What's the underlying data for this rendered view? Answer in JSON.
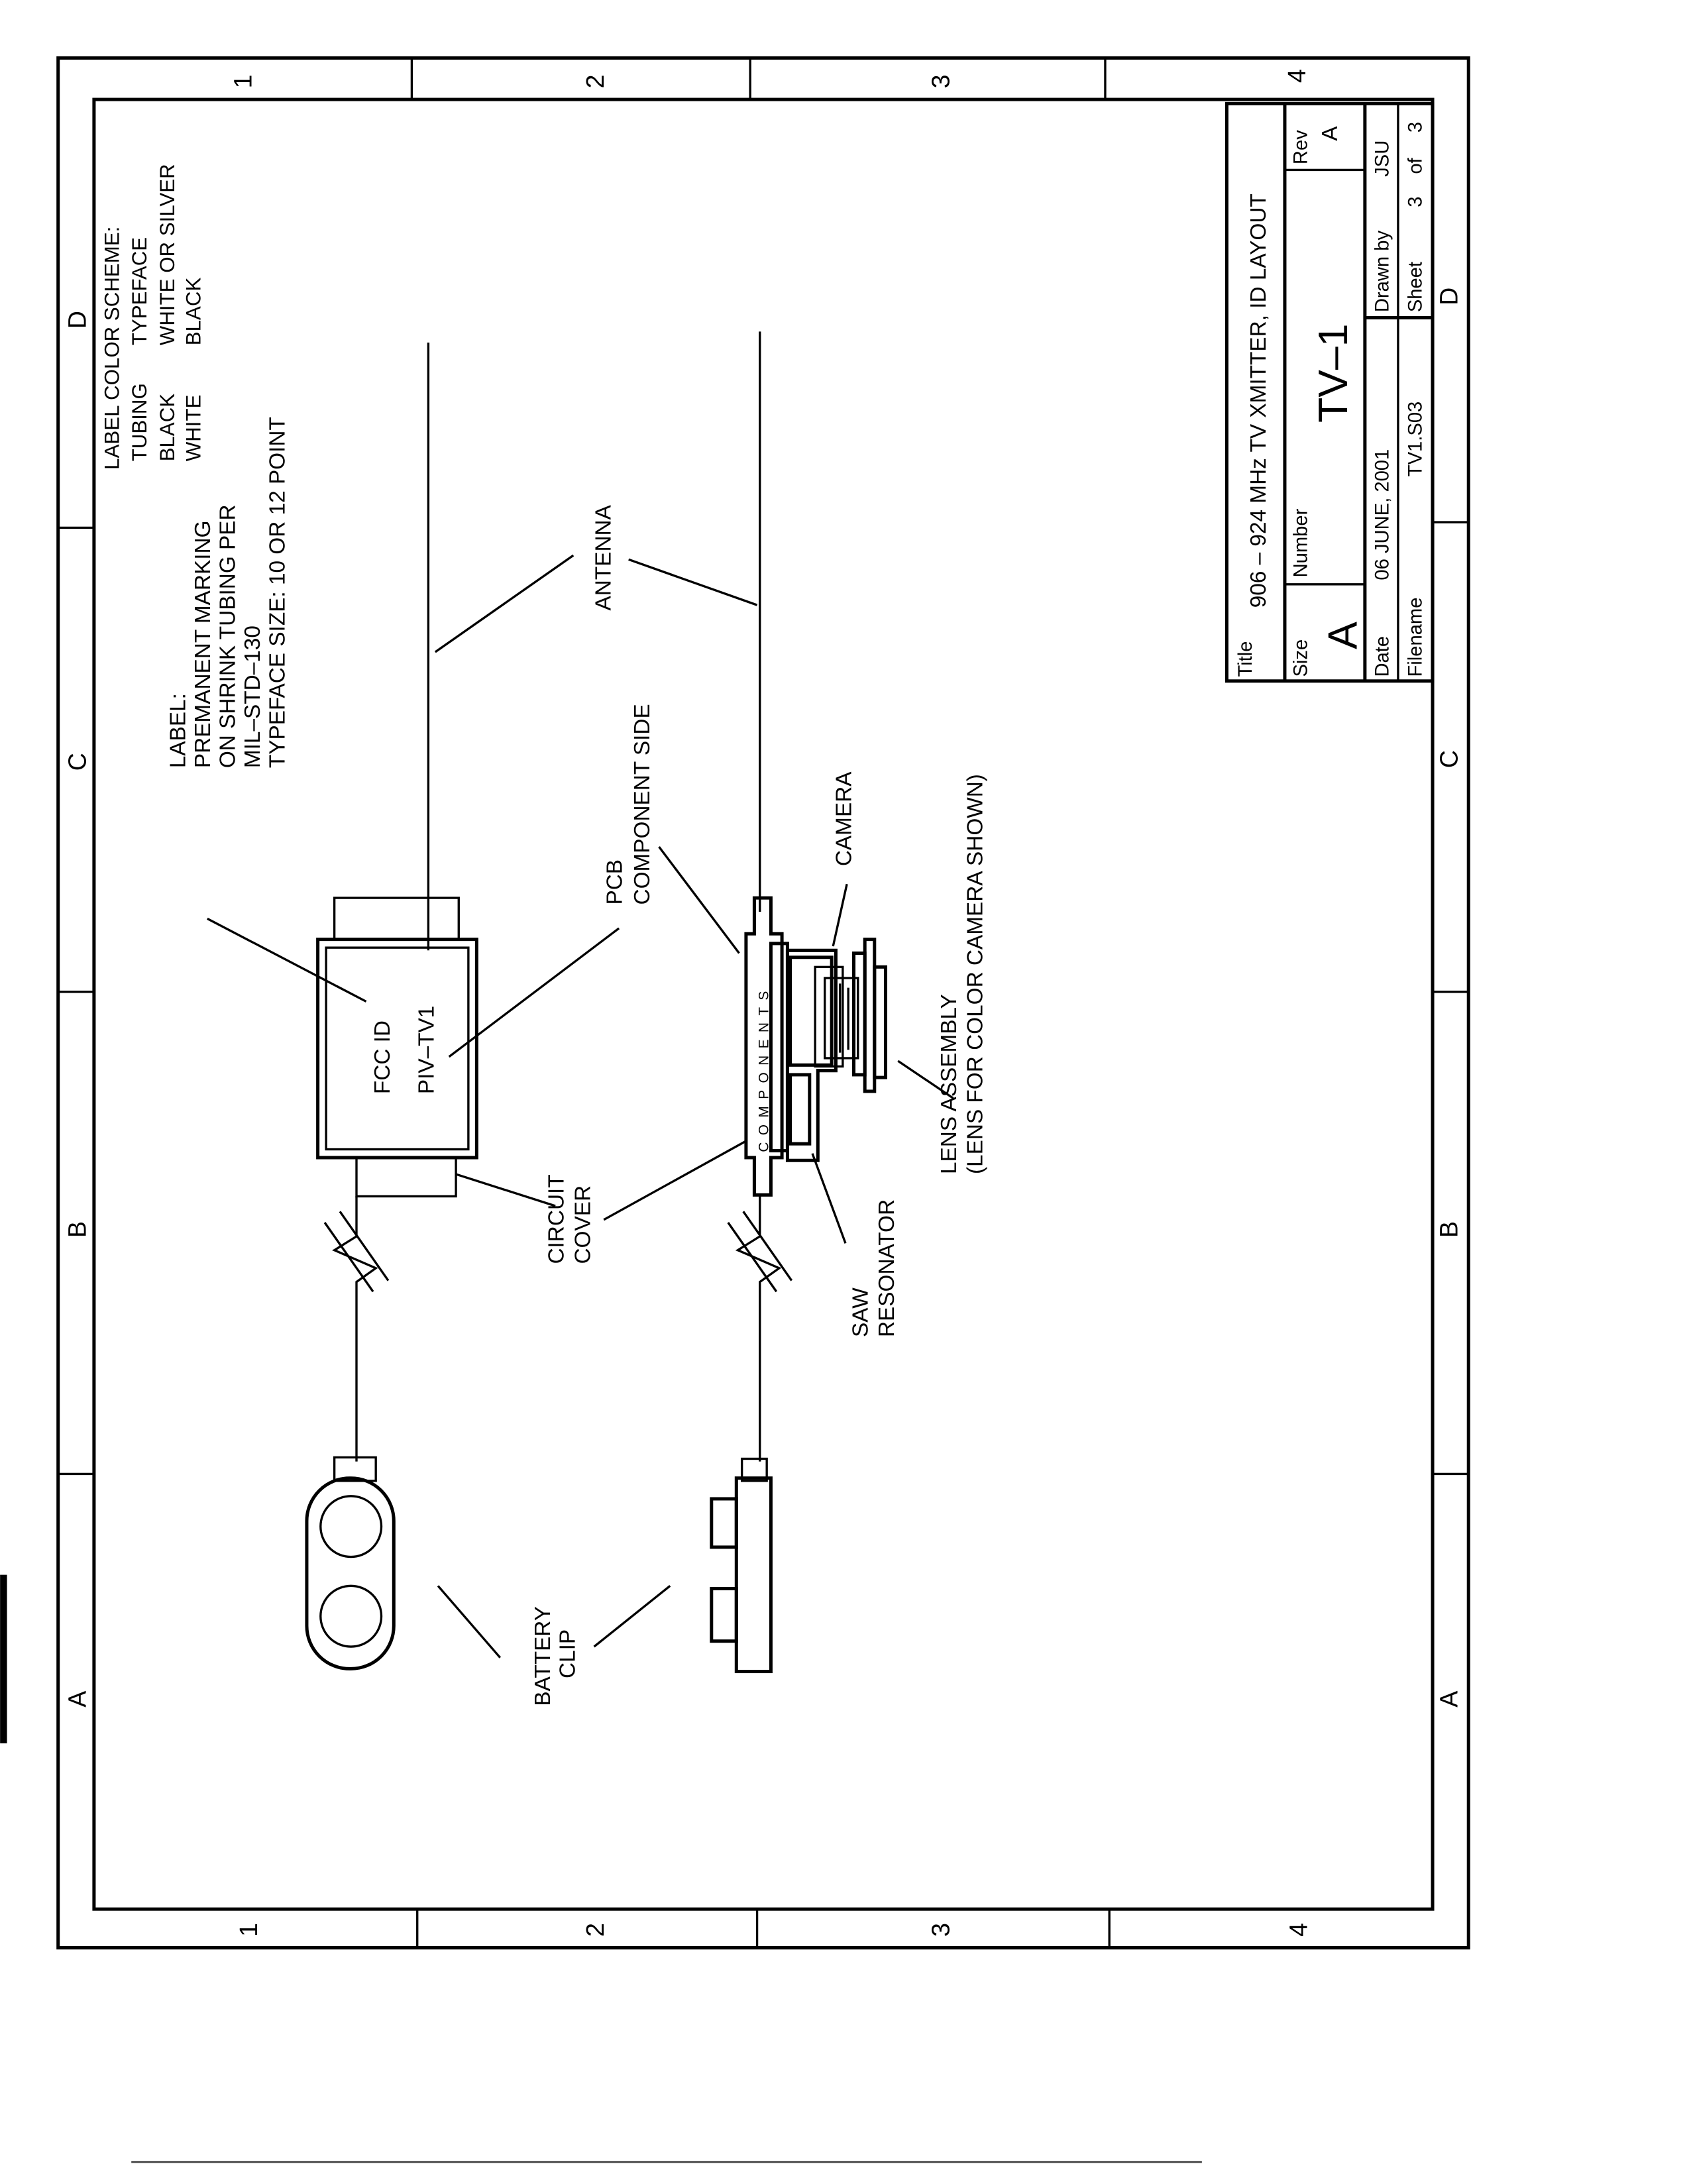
{
  "zones": {
    "numbers": [
      "1",
      "2",
      "3",
      "4"
    ],
    "letters": [
      "D",
      "C",
      "B",
      "A"
    ]
  },
  "color_scheme": {
    "heading": "LABEL COLOR SCHEME:",
    "col_tubing": "TUBING",
    "col_typeface": "TYPEFACE",
    "rows": [
      {
        "tubing": "BLACK",
        "typeface": "WHITE OR SILVER"
      },
      {
        "tubing": "WHITE",
        "typeface": "BLACK"
      }
    ]
  },
  "label_note": [
    "LABEL:",
    "PREMANENT MARKING",
    "ON SHRINK TUBING PER",
    "MIL–STD–130",
    "TYPEFACE SIZE: 10 OR 12 POINT"
  ],
  "callouts": {
    "antenna": "ANTENNA",
    "pcb": "PCB",
    "component_side": "COMPONENT SIDE",
    "camera": "CAMERA",
    "lens_assembly": "LENS ASSEMBLY",
    "lens_note": "(LENS FOR COLOR CAMERA SHOWN)",
    "circuit": "CIRCUIT",
    "cover": "COVER",
    "saw": "SAW",
    "resonator": "RESONATOR",
    "battery": "BATTERY",
    "clip": "CLIP",
    "components": "COMPONENTS"
  },
  "fcc_label": {
    "line1": "FCC ID",
    "line2": "PIV–TV1"
  },
  "title_block": {
    "title_label": "Title",
    "title": "906 – 924 MHz TV XMITTER, ID LAYOUT",
    "size_label": "Size",
    "size": "A",
    "number_label": "Number",
    "number": "TV–1",
    "rev_label": "Rev",
    "rev": "A",
    "date_label": "Date",
    "date": "06 JUNE, 2001",
    "drawn_by_label": "Drawn by",
    "drawn_by": "JSU",
    "filename_label": "Filename",
    "filename": "TV1.S03",
    "sheet_label": "Sheet",
    "sheet": "3",
    "of_label": "of",
    "sheet_total": "3"
  }
}
